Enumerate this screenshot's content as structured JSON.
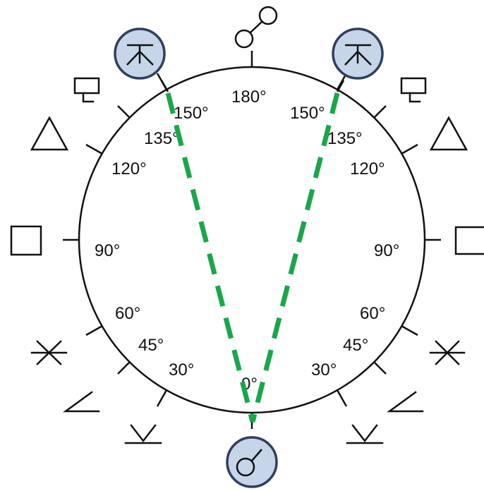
{
  "angle_labels": {
    "deg_0": "0°",
    "deg_30_left": "30°",
    "deg_30_right": "30°",
    "deg_45_left": "45°",
    "deg_45_right": "45°",
    "deg_60_left": "60°",
    "deg_60_right": "60°",
    "deg_90_left": "90°",
    "deg_90_right": "90°",
    "deg_120_left": "120°",
    "deg_120_right": "120°",
    "deg_135_left": "135°",
    "deg_135_right": "135°",
    "deg_150_left": "150°",
    "deg_150_right": "150°",
    "deg_180": "180°"
  },
  "aspect_symbols": {
    "deg_0": "conjunction-symbol",
    "deg_30": "semisextile-symbol",
    "deg_45": "semisquare-symbol",
    "deg_60": "sextile-symbol",
    "deg_90": "square-symbol",
    "deg_120": "trine-symbol",
    "deg_135": "sesquiquadrate-symbol",
    "deg_150": "quincunx-symbol",
    "deg_180": "opposition-symbol"
  },
  "colors": {
    "circle_stroke": "#111111",
    "highlight_fill": "#c6d5e8",
    "highlight_stroke": "#2f3f5f",
    "dashed_line": "#1aa64a"
  }
}
